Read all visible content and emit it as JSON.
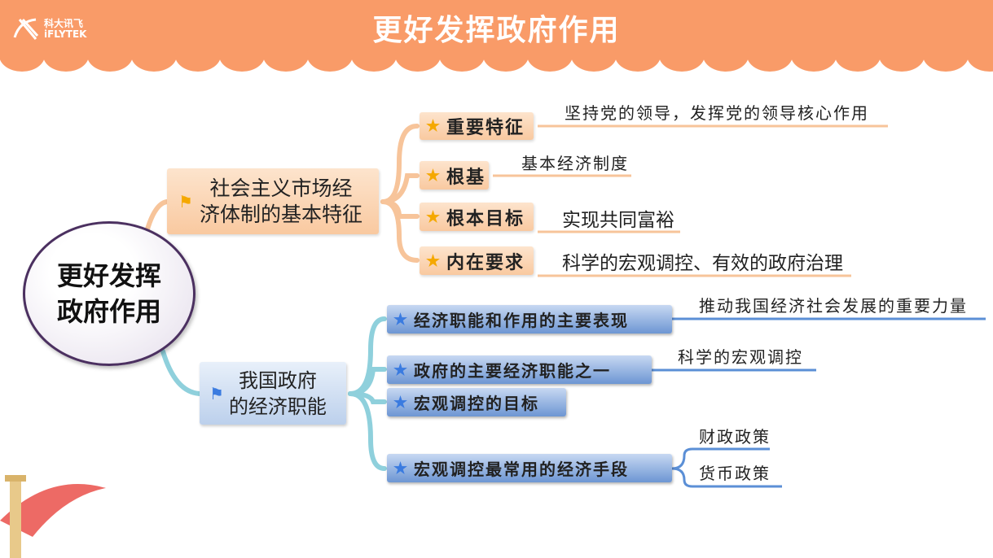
{
  "header": {
    "title": "更好发挥政府作用",
    "logo_cn": "科大讯飞",
    "logo_en": "iFLYTEK"
  },
  "center": {
    "line1": "更好发挥",
    "line2": "政府作用"
  },
  "branch_top": {
    "line1": "社会主义市场经",
    "line2": "济体制的基本特征",
    "items": [
      {
        "label": "重要特征",
        "leaf": "坚持党的领导，发挥党的领导核心作用"
      },
      {
        "label": "根基",
        "leaf": "基本经济制度"
      },
      {
        "label": "根本目标",
        "leaf": "实现共同富裕"
      },
      {
        "label": "内在要求",
        "leaf": "科学的宏观调控、有效的政府治理"
      }
    ]
  },
  "branch_bottom": {
    "line1": "我国政府",
    "line2": "的经济职能",
    "items": [
      {
        "label": "经济职能和作用的主要表现",
        "leaf": "推动我国经济社会发展的重要力量"
      },
      {
        "label": "政府的主要经济职能之一",
        "leaf": "科学的宏观调控"
      },
      {
        "label": "宏观调控的目标"
      },
      {
        "label": "宏观调控最常用的经济手段",
        "leaves": [
          "财政政策",
          "货币政策"
        ]
      }
    ]
  },
  "colors": {
    "header": "#F99B68",
    "orange_line": "#F7C49A",
    "blue_line": "#5b8fd6",
    "teal_connector": "#8fd0dc",
    "star_orange": "#F5A800",
    "star_blue": "#3a7be0"
  }
}
